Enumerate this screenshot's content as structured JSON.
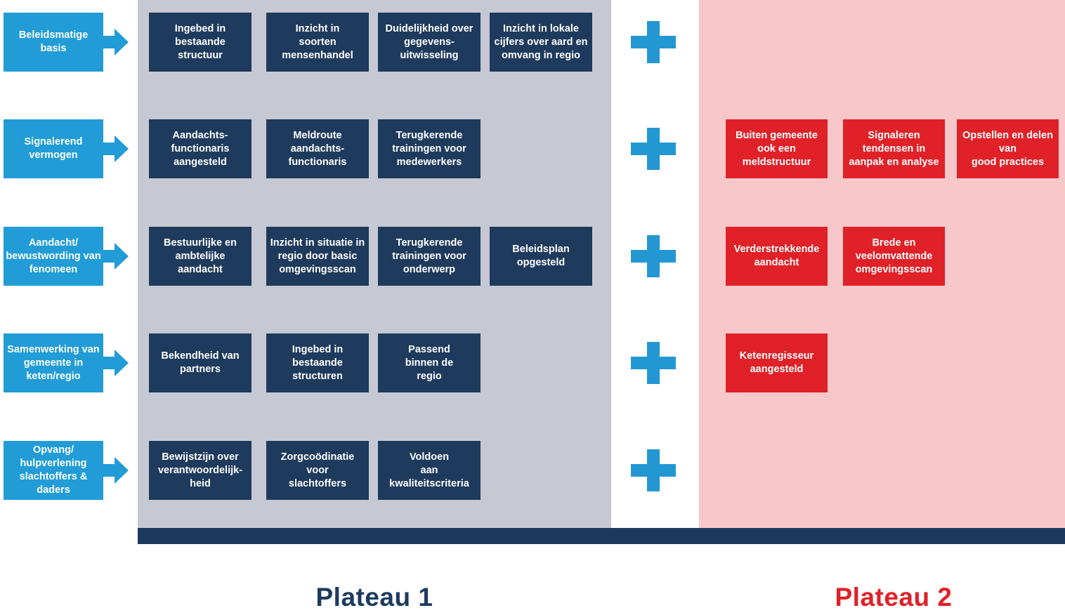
{
  "colors": {
    "brand_blue": "#219cd7",
    "navy": "#1e3a5c",
    "red": "#e02128",
    "plateau1_panel_gray": "#c6c9d3",
    "plateau2_panel_pink": "#f8c7ca"
  },
  "icons": {
    "plus": "plus-icon",
    "arrow": "arrow-right-icon"
  },
  "rows": [
    {
      "label": "Beleidsmatige\nbasis",
      "p1": [
        "Ingebed in\nbestaande\nstructuur",
        "Inzicht in\nsoorten\nmensenhandel",
        "Duidelijkheid over\ngegevens-\nuitwisseling",
        "Inzicht in lokale\ncijfers over aard en\nomvang in regio"
      ],
      "p2": []
    },
    {
      "label": "Signalerend\nvermogen",
      "p1": [
        "Aandachts-\nfunctionaris\naangesteld",
        "Meldroute\naandachts-\nfunctionaris",
        "Terugkerende\ntrainingen voor\nmedewerkers"
      ],
      "p2": [
        "Buiten gemeente\nook een\nmeldstructuur",
        "Signaleren\ntendensen in\naanpak en analyse",
        "Opstellen en delen\nvan\ngood practices"
      ]
    },
    {
      "label": "Aandacht/\nbewustwording van\nfenomeen",
      "p1": [
        "Bestuurlijke en\nambtelijke\naandacht",
        "Inzicht in situatie in\nregio door basic\nomgevingsscan",
        "Terugkerende\ntrainingen voor\nonderwerp",
        "Beleidsplan\nopgesteld"
      ],
      "p2": [
        "Verderstrekkende\naandacht",
        "Brede en\nveelomvattende\nomgevingsscan"
      ]
    },
    {
      "label": "Samenwerking van\ngemeente in\nketen/regio",
      "p1": [
        "Bekendheid van\npartners",
        "Ingebed in\nbestaande\nstructuren",
        "Passend\nbinnen de\nregio"
      ],
      "p2": [
        "Ketenregisseur\naangesteld"
      ]
    },
    {
      "label": "Opvang/\nhulpverlening\nslachtoffers & daders",
      "p1": [
        "Bewijstzijn over\nverantwoordelijk-\nheid",
        "Zorgcoödinatie\nvoor\nslachtoffers",
        "Voldoen\naan\nkwaliteitscriteria"
      ],
      "p2": []
    }
  ],
  "footer": {
    "plateau1": "Plateau 1",
    "plateau2": "Plateau 2"
  }
}
